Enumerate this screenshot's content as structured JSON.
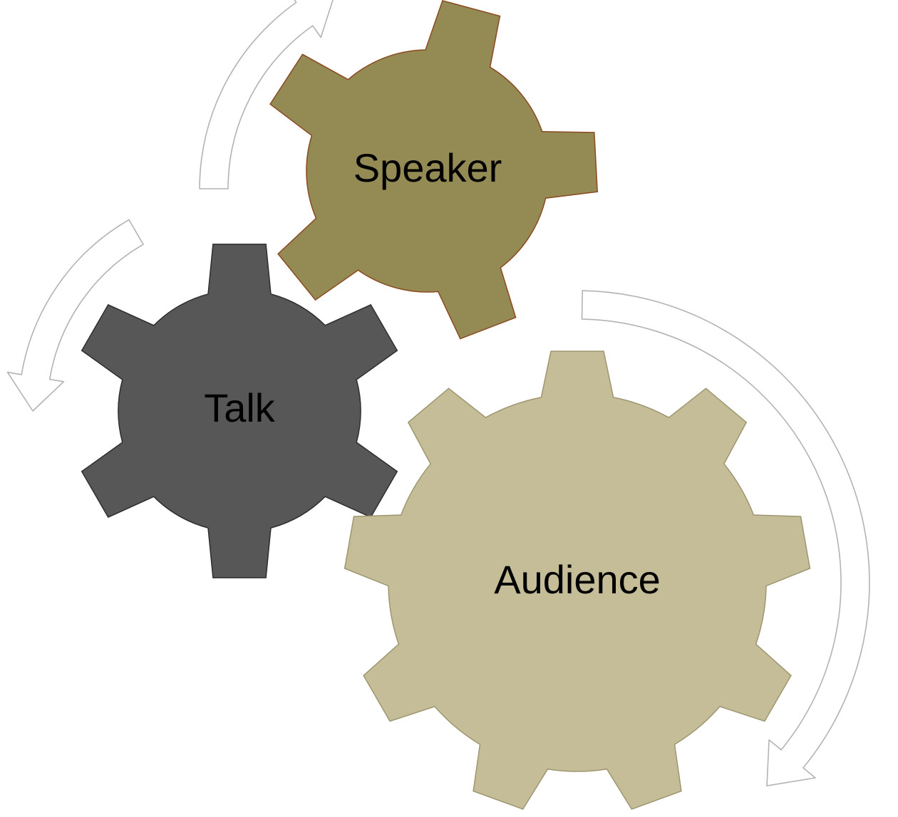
{
  "gears": {
    "speaker": {
      "label": "Speaker",
      "fill": "#948A54",
      "stroke": "#8B4A1F"
    },
    "talk": {
      "label": "Talk",
      "fill": "#575757",
      "stroke": "#2E2E2E"
    },
    "audience": {
      "label": "Audience",
      "fill": "#C4BD97",
      "stroke": "#9E9670"
    }
  },
  "arrow_color": "#B3B3B3"
}
